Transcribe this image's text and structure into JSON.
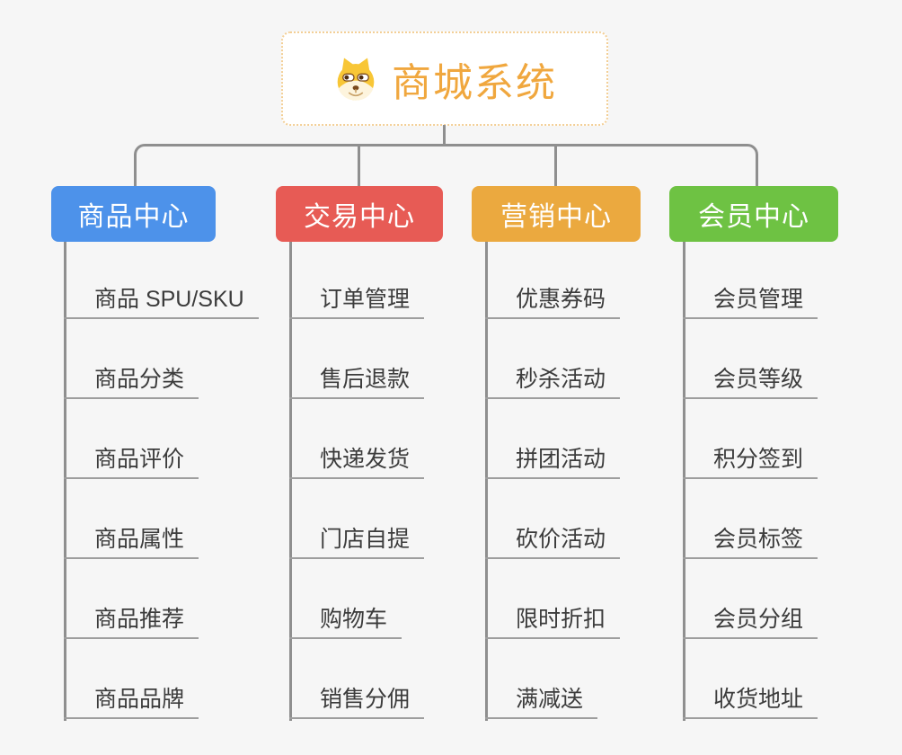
{
  "canvas": {
    "background": "#f6f6f6",
    "connector_color": "#8f8f8f",
    "leaf_underline_color": "#9e9e9e"
  },
  "root": {
    "title": "商城系统",
    "icon": "dog-face-icon",
    "text_color": "#f0a73e",
    "border_color": "#f3cf96",
    "background": "#ffffff"
  },
  "branches": [
    {
      "label": "商品中心",
      "color": "#4d92ea",
      "children": [
        "商品 SPU/SKU",
        "商品分类",
        "商品评价",
        "商品属性",
        "商品推荐",
        "商品品牌"
      ]
    },
    {
      "label": "交易中心",
      "color": "#e75b55",
      "children": [
        "订单管理",
        "售后退款",
        "快递发货",
        "门店自提",
        "购物车",
        "销售分佣"
      ]
    },
    {
      "label": "营销中心",
      "color": "#eba93f",
      "children": [
        "优惠券码",
        "秒杀活动",
        "拼团活动",
        "砍价活动",
        "限时折扣",
        "满减送"
      ]
    },
    {
      "label": "会员中心",
      "color": "#6ec243",
      "children": [
        "会员管理",
        "会员等级",
        "积分签到",
        "会员标签",
        "会员分组",
        "收货地址"
      ]
    }
  ]
}
